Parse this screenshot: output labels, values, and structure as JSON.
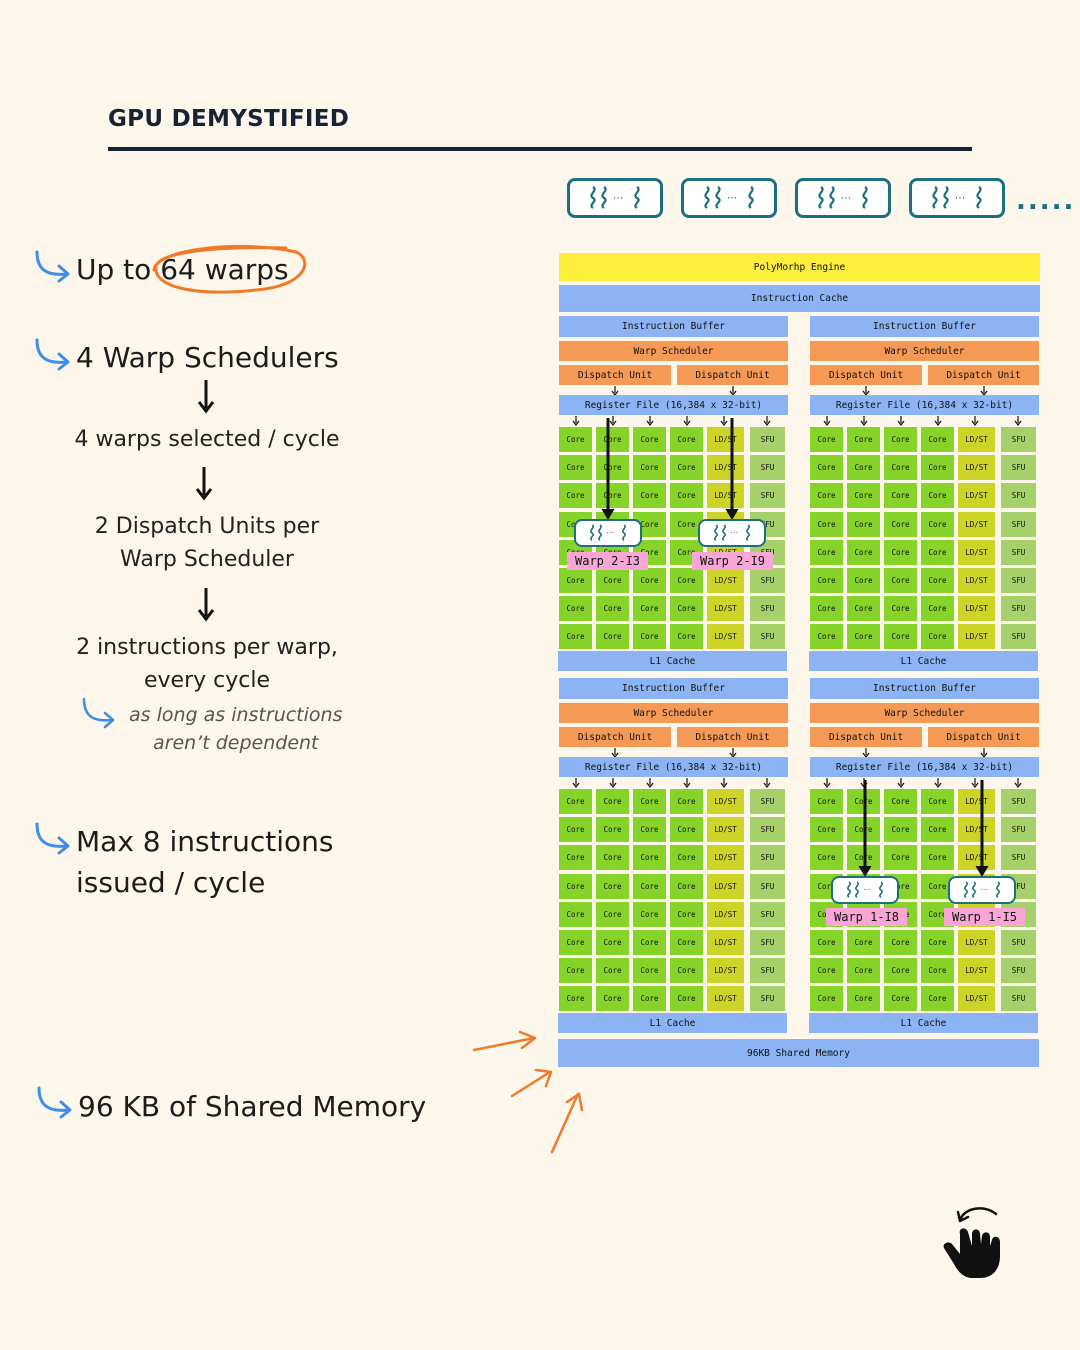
{
  "header": {
    "title": "GPU DEMYSTIFIED"
  },
  "points": {
    "p1_prefix": "Up to ",
    "p1_highlight": "64 warps",
    "p2": "4 Warp Schedulers",
    "p2_step1": "4 warps selected / cycle",
    "p2_step2_line1": "2 Dispatch Units per",
    "p2_step2_line2": "Warp Scheduler",
    "p2_step3_line1": "2 instructions per warp,",
    "p2_step3_line2": "every cycle",
    "p2_note_line1": "as long as instructions",
    "p2_note_line2": "aren’t dependent",
    "p3_line1": "Max 8 instructions",
    "p3_line2": "issued / cycle",
    "p4": "96 KB of Shared Memory"
  },
  "diagram": {
    "engine": "PolyMorhp Engine",
    "instruction_cache": "Instruction Cache",
    "instruction_buffer": "Instruction Buffer",
    "warp_scheduler": "Warp Scheduler",
    "dispatch_unit": "Dispatch Unit",
    "register_file": "Register File (16,384 x 32-bit)",
    "core": "Core",
    "ldst": "LD/ST",
    "sfu": "SFU",
    "l1_cache": "L1 Cache",
    "shared_memory": "96KB Shared Memory",
    "rows_per_block": 8,
    "warp_labels": [
      "Warp 2-I3",
      "Warp 2-I9",
      "Warp 1-I8",
      "Warp 1-I5"
    ],
    "top_warps_count": 4,
    "more_marker": "....."
  },
  "colors": {
    "header": "#162235",
    "engine": "#fcee3a",
    "blue_unit": "#8cb4f4",
    "orange_unit": "#f59a56",
    "core": "#86d32a",
    "ldst": "#cbd427",
    "sfu": "#a6d06a",
    "warp_outline": "#1d6f80",
    "warp_tag": "#f9a6d6",
    "accent_orange": "#f07a2a",
    "accent_blue": "#3e8ee8"
  },
  "icons": {
    "pointer": "hand-swipe-icon",
    "bullet": "curved-arrow-icon",
    "warp": "warp-threads-icon"
  }
}
